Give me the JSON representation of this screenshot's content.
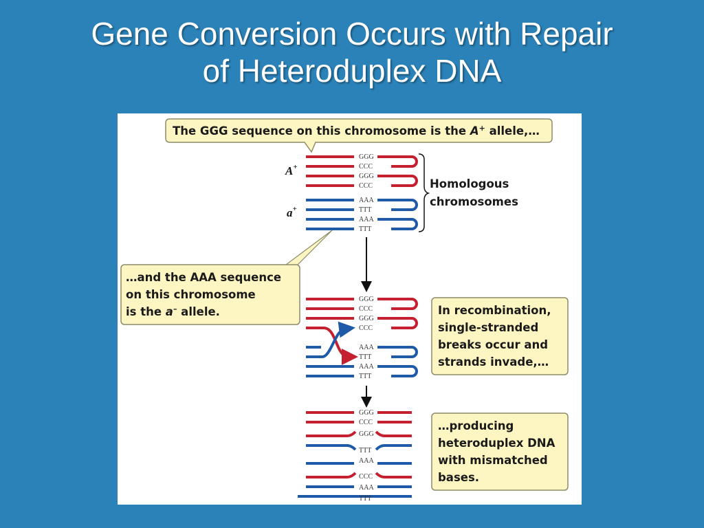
{
  "title": {
    "line1": "Gene Conversion Occurs with Repair",
    "line2": "of Heteroduplex DNA"
  },
  "colors": {
    "background": "#2b82b8",
    "red_strand": "#c5202f",
    "blue_strand": "#1f5aa8",
    "callout_fill": "#fdf6c3",
    "callout_border": "#8b8b6a"
  },
  "callouts": {
    "top": {
      "prefix": "The GGG sequence on this chromosome is the ",
      "allele": "A",
      "allele_sup": "+",
      "suffix": " allele,…"
    },
    "left": {
      "line1": "…and the AAA sequence",
      "line2": "on this chromosome",
      "line3_prefix": "is the ",
      "line3_allele": "a",
      "line3_sup": "–",
      "line3_suffix": " allele."
    },
    "recombination": {
      "line1": "In recombination,",
      "line2": "single-stranded",
      "line3": "breaks occur and",
      "line4": "strands invade,…"
    },
    "heteroduplex": {
      "line1": "…producing",
      "line2": "heteroduplex DNA",
      "line3": "with mismatched",
      "line4": "bases."
    }
  },
  "labels": {
    "homologous_line1": "Homologous",
    "homologous_line2": "chromosomes",
    "allele_A": "A",
    "allele_A_sup": "+",
    "allele_a": "a",
    "allele_a_sup": "+"
  },
  "stage1_sequences": [
    "GGG",
    "CCC",
    "GGG",
    "CCC",
    "AAA",
    "TTT",
    "AAA",
    "TTT"
  ],
  "stage2_sequences": [
    "GGG",
    "CCC",
    "GGG",
    "CCC",
    "AAA",
    "TTT",
    "AAA",
    "TTT"
  ],
  "stage3_sequences": [
    "GGG",
    "CCC",
    "GGG",
    "TTT",
    "AAA",
    "CCC",
    "AAA",
    "TTT"
  ]
}
